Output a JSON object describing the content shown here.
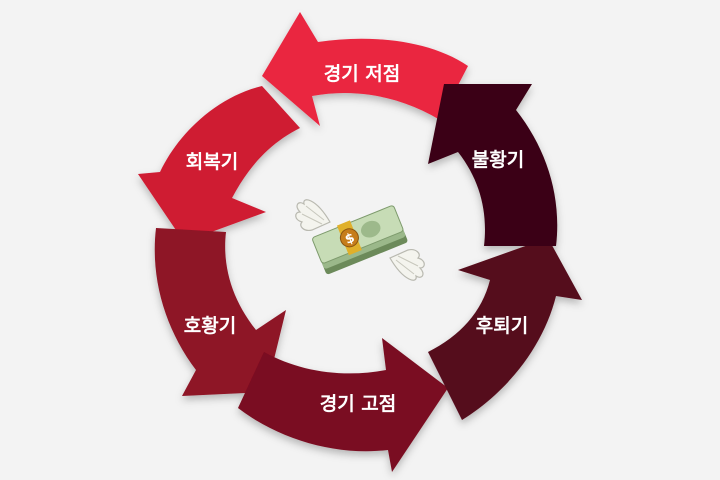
{
  "stages": [
    {
      "id": "trough",
      "label": "경기 저점",
      "color": "#ea2540"
    },
    {
      "id": "recovery",
      "label": "회복기",
      "color": "#cf1a33"
    },
    {
      "id": "boom",
      "label": "호황기",
      "color": "#8e1225"
    },
    {
      "id": "peak",
      "label": "경기 고점",
      "color": "#7a0e20"
    },
    {
      "id": "recession",
      "label": "후퇴기",
      "color": "#55091a"
    },
    {
      "id": "slump",
      "label": "불황기",
      "color": "#3a0512"
    }
  ],
  "center_icon": "money-with-wings-icon"
}
